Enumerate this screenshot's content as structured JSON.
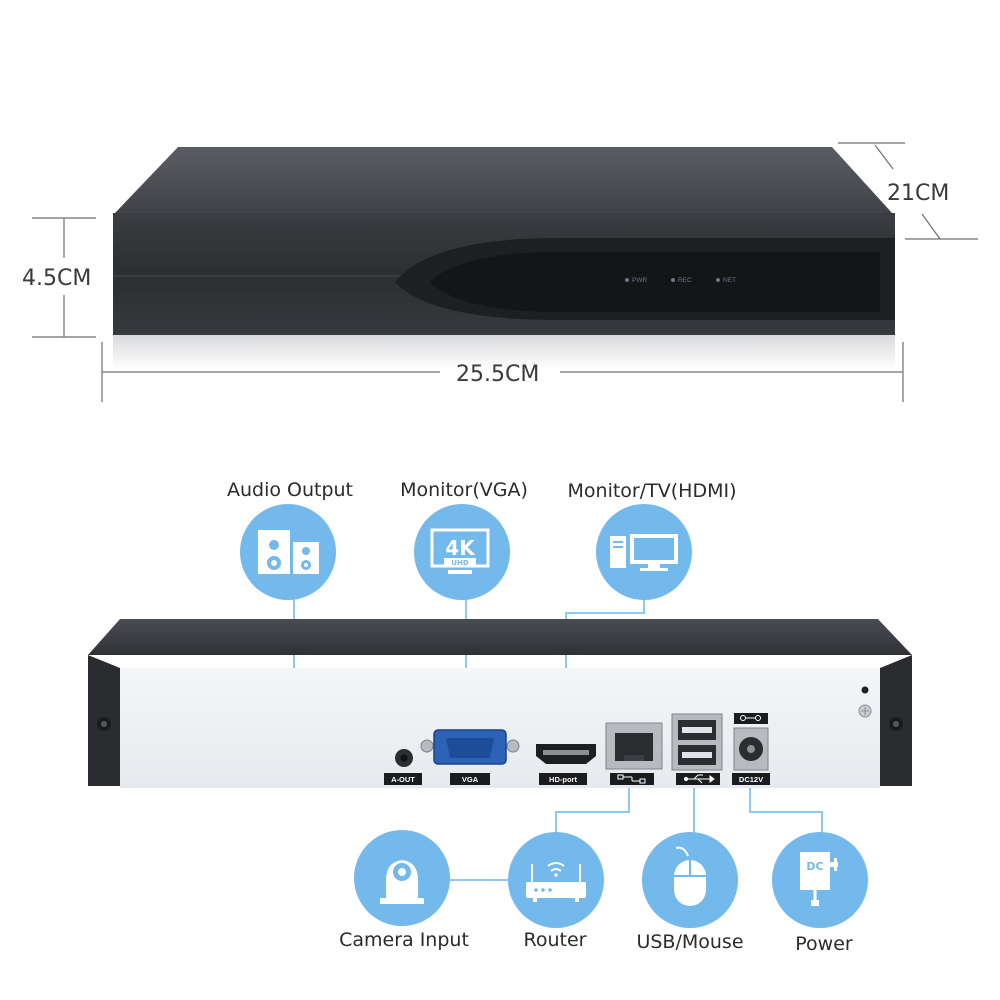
{
  "dimensions": {
    "height": "4.5CM",
    "depth": "21CM",
    "width": "25.5CM"
  },
  "front_panel": {
    "leds": [
      "PWR",
      "REC",
      "NET"
    ]
  },
  "rear_panel": {
    "ports": {
      "audio_out": "A-OUT",
      "vga": "VGA",
      "hdmi": "HD-port",
      "dc": "DC12V"
    }
  },
  "top_devices": [
    {
      "id": "audio",
      "label": "Audio Output",
      "icon": "speaker-icon"
    },
    {
      "id": "vga",
      "label": "Monitor(VGA)",
      "icon": "4k-uhd-icon",
      "icon_text_main": "4K",
      "icon_text_sub": "UHD"
    },
    {
      "id": "hdmi",
      "label": "Monitor/TV(HDMI)",
      "icon": "computer-monitor-icon"
    }
  ],
  "bottom_devices": [
    {
      "id": "camera",
      "label": "Camera Input",
      "icon": "camera-icon"
    },
    {
      "id": "router",
      "label": "Router",
      "icon": "router-icon"
    },
    {
      "id": "usb",
      "label": "USB/Mouse",
      "icon": "mouse-icon"
    },
    {
      "id": "power",
      "label": "Power",
      "icon": "power-adapter-icon",
      "icon_text": "DC"
    }
  ],
  "colors": {
    "bubble": "#73b9ec",
    "connector": "#8ccaf1",
    "device_body": "#3c3f43",
    "rear_plate": "#eef1f4"
  }
}
